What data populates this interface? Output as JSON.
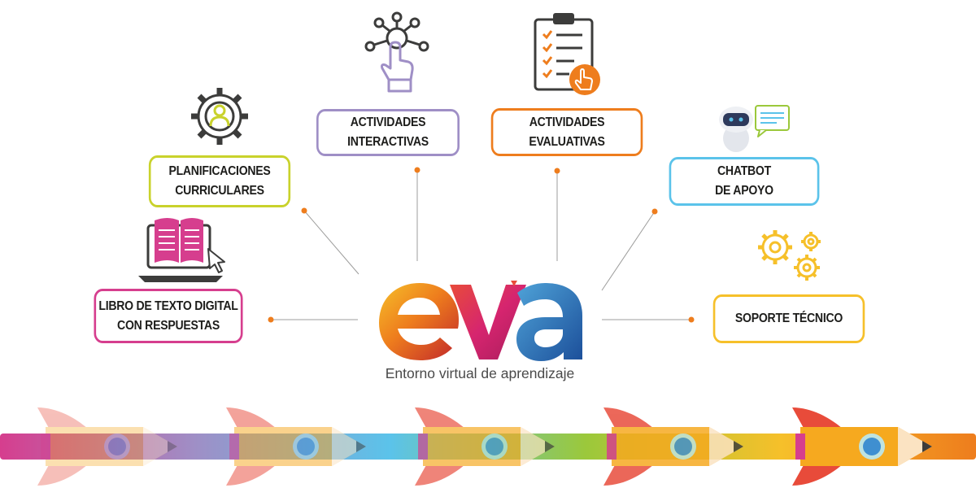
{
  "logo": {
    "wordmark": "eva",
    "tagline": "Entorno virtual de aprendizaje"
  },
  "features": [
    {
      "id": "libro",
      "lines": [
        "LIBRO DE TEXTO DIGITAL",
        "CON RESPUESTAS"
      ],
      "color": "#d63e8e",
      "icon": "digital-book-laptop-icon"
    },
    {
      "id": "planificaciones",
      "lines": [
        "PLANIFICACIONES",
        "CURRICULARES"
      ],
      "color": "#c9d22c",
      "icon": "curriculum-gear-person-icon"
    },
    {
      "id": "interactivas",
      "lines": [
        "ACTIVIDADES",
        "INTERACTIVAS"
      ],
      "color": "#9f8fc6",
      "icon": "touch-network-icon"
    },
    {
      "id": "evaluativas",
      "lines": [
        "ACTIVIDADES",
        "EVALUATIVAS"
      ],
      "color": "#ee7d1d",
      "icon": "clipboard-checklist-icon"
    },
    {
      "id": "chatbot",
      "lines": [
        "CHATBOT",
        "DE APOYO"
      ],
      "color": "#5bc3ea",
      "icon": "chatbot-robot-icon"
    },
    {
      "id": "soporte",
      "lines": [
        "SOPORTE TÉCNICO"
      ],
      "color": "#f6c02a",
      "icon": "support-gears-icon"
    }
  ],
  "bottom_decoration": {
    "rocket_count": 5,
    "stripe_colors": [
      "#d63e8e",
      "#9f8fc6",
      "#5bc3ea",
      "#9bc83b",
      "#f6c02a",
      "#ee7d1d"
    ]
  }
}
